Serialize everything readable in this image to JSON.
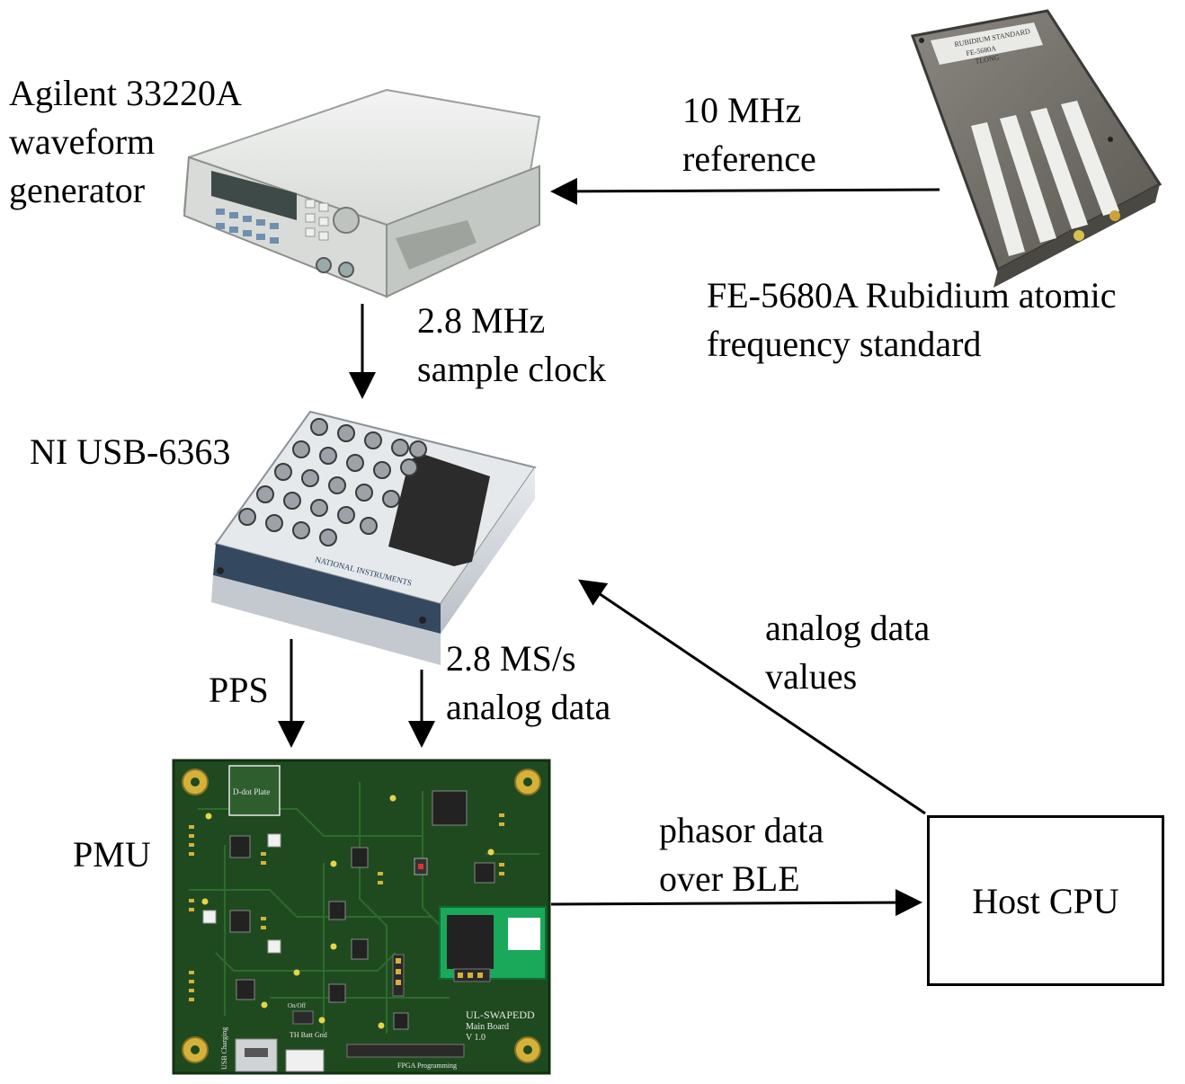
{
  "nodes": {
    "waveform_generator": {
      "lines": [
        "Agilent 33220A",
        "waveform",
        "generator"
      ]
    },
    "rubidium_standard": {
      "lines": [
        "FE-5680A Rubidium atomic",
        "frequency standard"
      ],
      "plate_lines": [
        "RUBIDIUM STANDARD",
        "FE-5680A",
        "TLONG"
      ]
    },
    "daq": {
      "lines": [
        "NI USB-6363"
      ]
    },
    "pmu": {
      "lines": [
        "PMU"
      ],
      "board_texts": {
        "dplate": "D-dot Plate",
        "board_name": "UL-SWAPEDD",
        "board_sub": "Main Board",
        "board_ver": "V 1.0",
        "fpga": "FPGA Programming",
        "usb": "USB Charging",
        "batt": "TH Batt Gnd",
        "onoff": "On/Off"
      }
    },
    "host_cpu": {
      "label": "Host CPU"
    }
  },
  "edges": {
    "ref_10mhz": {
      "lines": [
        "10 MHz",
        "reference"
      ]
    },
    "sample_clock": {
      "lines": [
        "2.8 MHz",
        "sample clock"
      ]
    },
    "pps": {
      "lines": [
        "PPS"
      ]
    },
    "analog_data": {
      "lines": [
        "2.8 MS/s",
        "analog data"
      ]
    },
    "analog_values": {
      "lines": [
        "analog data",
        "values"
      ]
    },
    "phasor_data": {
      "lines": [
        "phasor data",
        "over BLE"
      ]
    }
  },
  "colors": {
    "pcb": "#1f4a1f",
    "pcb_trace": "#2e6b2e",
    "silk": "#e8e8e8",
    "pad_gold": "#d4b23a",
    "rubidium_body": "#6d6b63",
    "instrument_body": "#e4e6e4",
    "daq_body": "#dfe3e8",
    "daq_blue": "#34495f"
  }
}
